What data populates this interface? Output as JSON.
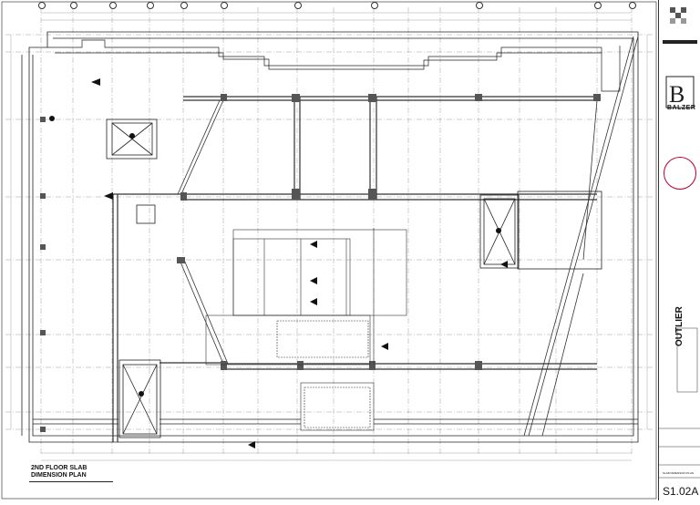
{
  "drawing": {
    "title_line1": "2ND FLOOR SLAB",
    "title_line2": "DIMENSION PLAN"
  },
  "title_block": {
    "firm_name": "BALZER",
    "project_name": "OUTLIER",
    "sheet_number": "S1.02A",
    "sheet_title": "SLAB DIMENSION PLAN"
  },
  "colors": {
    "linework": "#222222",
    "structure": "#555555",
    "seal": "#bb0033"
  }
}
